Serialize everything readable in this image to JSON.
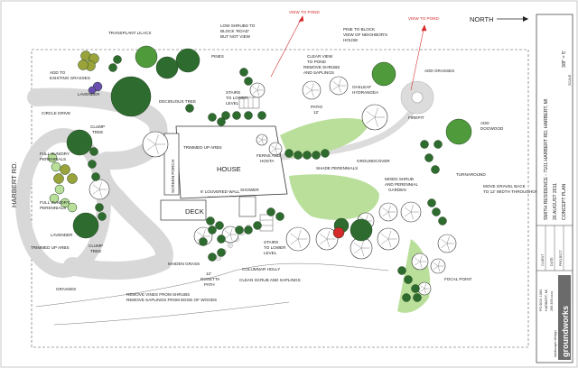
{
  "colors": {
    "dark_green": "#2e6b2e",
    "medium_green": "#4f9a3a",
    "light_green": "#b9df9a",
    "olive": "#9aa33a",
    "purple": "#6a4fb0",
    "red_accent": "#d42a2a",
    "drive_gray": "#d8d8d8",
    "logo_gray": "#6b6b6b"
  },
  "compass": {
    "label": "NORTH"
  },
  "title_block": {
    "project": "SMITH RESIDENCE - 7101 HARBERT RD, HARBERT, MI",
    "date": "26 AUGUST 2011",
    "sheet": "CONCEPT PLAN",
    "scale_label": "SCALE",
    "scale_value": "3/8\" = 5'",
    "fields": [
      "CLIENT",
      "DATE",
      "PROJECT"
    ],
    "address_lines": [
      "PO BOX 1063",
      "HARBERT, MI",
      "269.469.xxxx"
    ],
    "logo": "groundworks",
    "logo_tagline": "landscape design"
  },
  "road": {
    "label": "HARBERT RD."
  },
  "house": {
    "house_label": "HOUSE",
    "screen_porch_label": "SCREEN PORCH",
    "deck_label": "DECK",
    "louvered_wall_label": "6' LOUVERED WALL",
    "shower_label": "SHOWER"
  },
  "labels": {
    "transplant_lilacs": "TRANSPLANT LILACS",
    "low_shrubs": [
      "LOW SHRUBS TO",
      "BLOCK 'ROAD'",
      "BUT NOT VIEW"
    ],
    "view_to_pond_1": "VIEW TO POND",
    "view_to_pond_2": "VIEW TO POND",
    "pines": "PINES",
    "pine_to_block": [
      "PINE TO BLOCK",
      "VIEW OF NEIGHBOR'S",
      "HOUSE"
    ],
    "add_to_existing": [
      "ADD TO",
      "EXISTING GRASSES"
    ],
    "lavender_top": "LAVENDER",
    "deciduous_tree": "DECIDUOUS TREE",
    "stairs_lower_top": [
      "STAIRS",
      "TO LOWER",
      "LEVEL"
    ],
    "clear_view": [
      "CLEAR VIEW",
      "TO POND",
      "REMOVE SHRUBS",
      "AND SAPLINGS"
    ],
    "oakleaf": [
      "OAKLEAF",
      "HYDRANGEA"
    ],
    "add_grasses": "ADD GRASSES",
    "patio": [
      "PATIO",
      "12'"
    ],
    "firepit": "FIREPIT",
    "add_dogwood": [
      "ADD",
      "DOGWOOD"
    ],
    "circle_drive": "CIRCLE DRIVE",
    "clump_tree_top": [
      "CLUMP",
      "TREE"
    ],
    "trimmed_up_arbs_top": "TRIMMED UP ARBS",
    "ferns_hosta": [
      "FERNS AND",
      "HOSTA"
    ],
    "groundcover": "GROUNDCOVER",
    "shade_perennials": "SHADE PERENNIALS",
    "full_sun_top": [
      "FULL SUN/DRY",
      "PERENNIALS"
    ],
    "turnaround": "TURNAROUND",
    "mixed_shrub": [
      "MIXED SHRUB",
      "AND PERENNIAL",
      "GARDEN"
    ],
    "move_gravel": [
      "MOVE GRAVEL BACK",
      "TO 12' WIDTH THROUGHOUT"
    ],
    "full_sun_bottom": [
      "FULL SUN/DRY",
      "PERENNIALS"
    ],
    "lavender_bottom": "LAVENDER",
    "trimmed_up_arbs_bottom": "TRIMMED UP ARBS",
    "clump_tree_bottom": [
      "CLUMP",
      "TREE"
    ],
    "stairs_lower_bottom": [
      "STAIRS",
      "TO LOWER",
      "LEVEL"
    ],
    "maiden_grass": "MAIDEN GRASS",
    "columnar_holly": "COLUMNAR HOLLY",
    "rosetta_path": [
      "12'",
      "ROSETTA",
      "PATH"
    ],
    "clean_scrub": "CLEAN SCRUB AND SAPLINGS",
    "focal_point": "FOCAL POINT",
    "grasses": "GRASSES",
    "remove_vines": [
      "REMOVE VINES FROM SHRUBS",
      "REMOVE SAPLINGS FROM EDGE OF WOODS"
    ]
  }
}
